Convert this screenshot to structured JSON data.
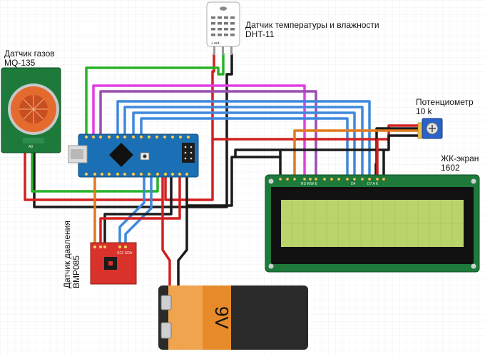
{
  "labels": {
    "gas_sensor": [
      "Датчик газов",
      "MQ-135"
    ],
    "dht": [
      "Датчик температуры и влажности",
      "DHT-11"
    ],
    "pot": [
      "Потенциометр",
      "10 k"
    ],
    "lcd": [
      "ЖК-экран",
      "1602"
    ],
    "bmp": [
      "Датчик давления",
      "BMP085"
    ],
    "battery": "9V"
  },
  "pin_text": {
    "mq_ao": "A0",
    "dht_pins": "+  out  -",
    "bmp_pins": "SCL SDA",
    "lcd_rs": "RS R/W E",
    "lcd_d4": "D4",
    "lcd_d7": "D7 A  K"
  },
  "colors": {
    "wire_green": "#27b327",
    "wire_magenta": "#e23ee2",
    "wire_purple": "#9b4db0",
    "wire_blue": "#3f88dc",
    "wire_red": "#d22020",
    "wire_black": "#1a1a1a",
    "wire_orange": "#e07a1d",
    "board_blue": "#1a6fb5",
    "sensor_green": "#1d7a3b",
    "lcd_screen": "#b9d46b",
    "bmp_red": "#d9322b",
    "battery_orange": "#f0a44e"
  }
}
